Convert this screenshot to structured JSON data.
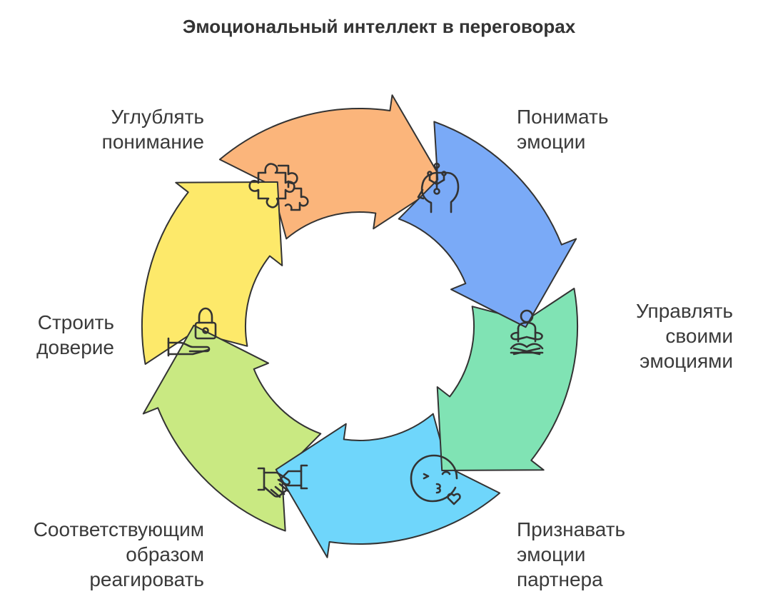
{
  "title": "Эмоциональный интеллект в переговорах",
  "steps": [
    {
      "id": "understand",
      "lines": [
        "Понимать",
        "эмоции"
      ],
      "color": "#7aaaf7",
      "icon": "brain-head-icon"
    },
    {
      "id": "manage",
      "lines": [
        "Управлять",
        "своими",
        "эмоциями"
      ],
      "color": "#80e3b4",
      "icon": "meditation-icon"
    },
    {
      "id": "recognize",
      "lines": [
        "Признавать",
        "эмоции",
        "партнера"
      ],
      "color": "#6fd6fb",
      "icon": "kiss-face-icon"
    },
    {
      "id": "respond",
      "lines": [
        "Соответствующим",
        "образом",
        "реагировать"
      ],
      "color": "#c9e982",
      "icon": "handshake-icon"
    },
    {
      "id": "trust",
      "lines": [
        "Строить",
        "доверие"
      ],
      "color": "#fde96a",
      "icon": "lock-hand-icon"
    },
    {
      "id": "deepen",
      "lines": [
        "Углублять",
        "понимание"
      ],
      "color": "#fbb57b",
      "icon": "puzzle-icon"
    }
  ]
}
